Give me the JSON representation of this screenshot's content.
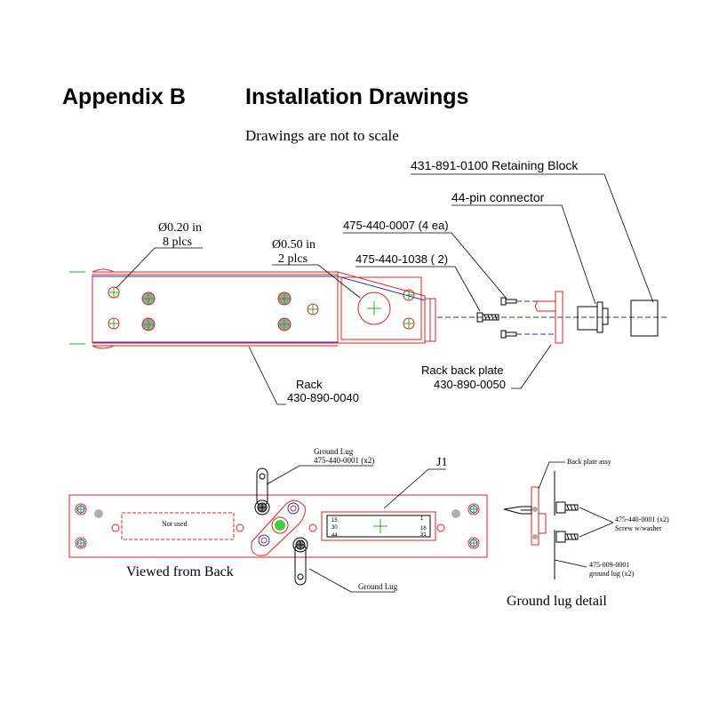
{
  "header": {
    "appendix": "Appendix B",
    "title": "Installation Drawings",
    "note": "Drawings are not to scale"
  },
  "top_view": {
    "retaining_block": "431-891-0100 Retaining Block",
    "connector": "44-pin connector",
    "screw_4ea": "475-440-0007 (4 ea)",
    "screw_2": "475-440-1038 ( 2)",
    "hole_small_dia": "Ø0.20 in",
    "hole_small_qty": "8 plcs",
    "hole_large_dia": "Ø0.50 in",
    "hole_large_qty": "2 plcs",
    "rack_label": "Rack",
    "rack_pn": "430-890-0040",
    "back_plate_label": "Rack back plate",
    "back_plate_pn": "430-890-0050"
  },
  "back_view": {
    "ground_lug_label": "Ground Lug",
    "ground_lug_pn": "475-440-0001 (x2)",
    "j1": "J1",
    "not_used": "Not used",
    "pin_15": "15",
    "pin_1": "1",
    "pin_30": "30",
    "pin_16": "16",
    "pin_44": "44",
    "pin_31": "31",
    "ground_lug_bottom": "Ground Lug",
    "caption": "Viewed from Back"
  },
  "lug_detail": {
    "back_plate_assy": "Back plate assy",
    "screw_pn": "475-440-0001 (x2)",
    "screw_desc": "Screw w/washer",
    "lug_pn": "475-009-0001",
    "lug_desc": "ground lug (x2)",
    "caption": "Ground lug detail"
  }
}
